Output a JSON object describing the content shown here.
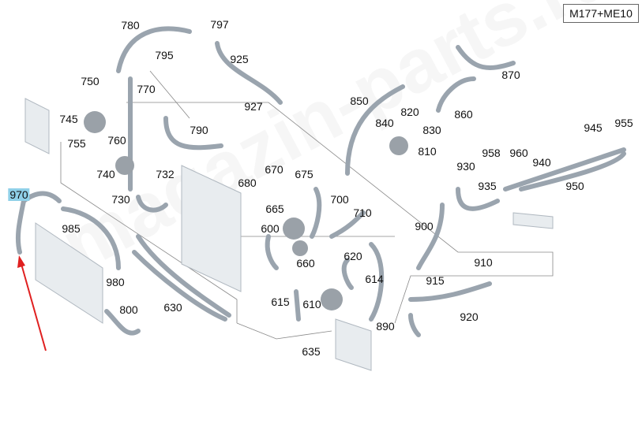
{
  "variant_label": "M177+ME10",
  "watermark": "magazin-parts.ru",
  "highlight_color": "#8fd0e8",
  "arrow_color": "#e02020",
  "selected_part": "970",
  "labels": [
    "780",
    "797",
    "795",
    "925",
    "750",
    "770",
    "927",
    "745",
    "760",
    "790",
    "755",
    "740",
    "732",
    "730",
    "850",
    "820",
    "840",
    "830",
    "860",
    "870",
    "810",
    "945",
    "955",
    "958",
    "960",
    "940",
    "930",
    "935",
    "950",
    "670",
    "675",
    "680",
    "700",
    "665",
    "710",
    "600",
    "620",
    "660",
    "614",
    "615",
    "610",
    "635",
    "890",
    "900",
    "910",
    "915",
    "920",
    "970",
    "985",
    "980",
    "800",
    "630"
  ]
}
